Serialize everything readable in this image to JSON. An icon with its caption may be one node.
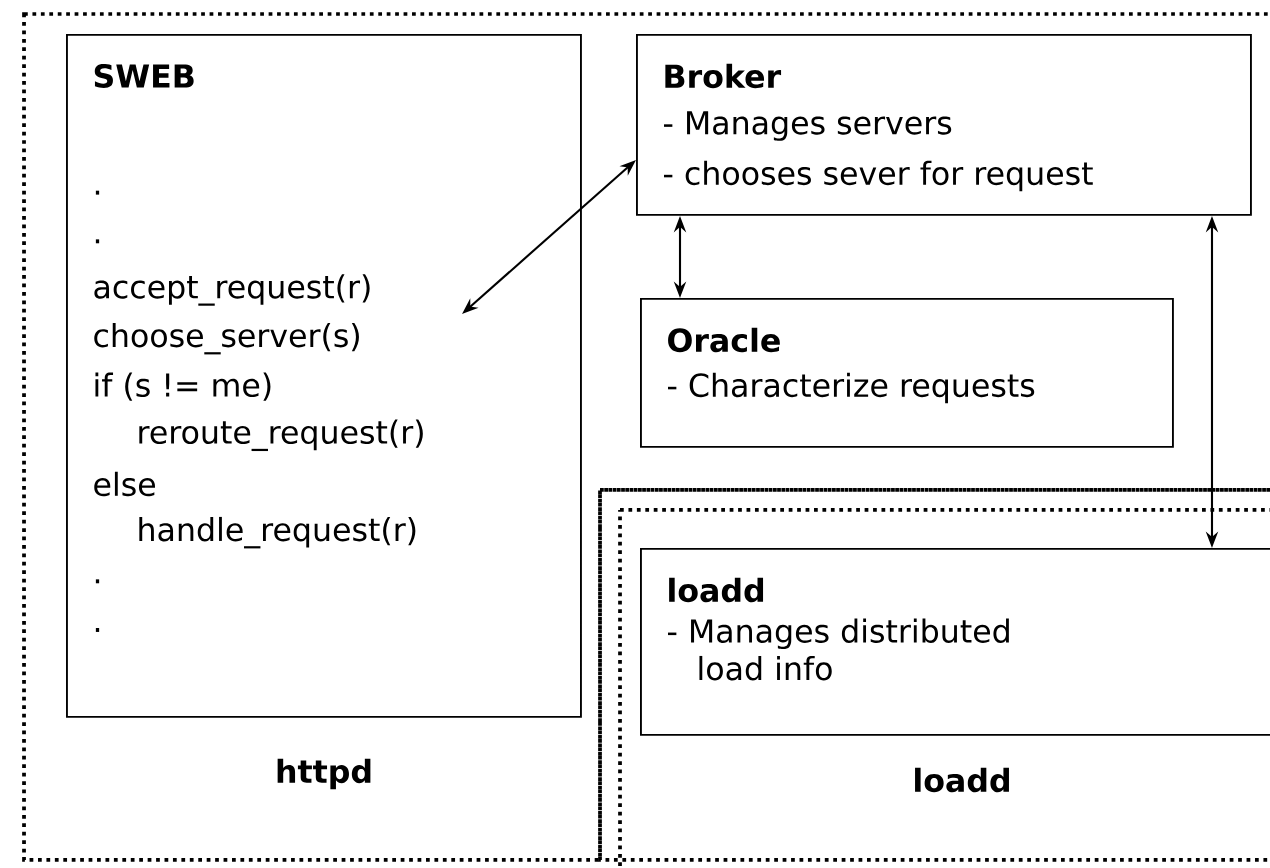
{
  "diagram": {
    "nodes": [
      {
        "text": [
          "httpd"
        ]
      },
      {
        "text": [
          "SWEB",
          ".",
          ".",
          "accept_request(r)",
          "choose_server(s)",
          "if (s != me)",
          "reroute_request(r)",
          "else",
          "handle_request(r)",
          ".",
          "."
        ],
        "in": 0
      },
      {
        "text": [
          "Broker",
          "- Manages servers",
          "- chooses sever for request"
        ],
        "in": 0
      },
      {
        "text": [
          "Oracle",
          "- Characterize requests"
        ],
        "in": 0
      },
      {
        "text": [
          "loadd"
        ]
      },
      {
        "text": [
          "loadd",
          "- Manages distributed load info"
        ],
        "in": 4
      }
    ],
    "edges": [
      {
        "from": 1,
        "to": 2,
        "arrow": "both"
      },
      {
        "from": 2,
        "to": 3,
        "arrow": "both"
      },
      {
        "from": 2,
        "to": 5,
        "arrow": "both"
      }
    ]
  }
}
